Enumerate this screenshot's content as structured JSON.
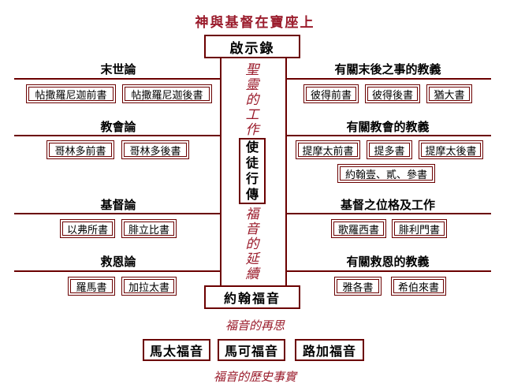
{
  "title": "神與基督在寶座上",
  "revelation": "啟示錄",
  "acts": [
    "使",
    "徒",
    "行",
    "傳"
  ],
  "john": "約翰福音",
  "spirit_work": [
    "聖",
    "靈",
    "的",
    "工",
    "作"
  ],
  "gospel_extend": [
    "福",
    "音",
    "的",
    "延",
    "續"
  ],
  "left": {
    "eschatology": {
      "heading": "末世論",
      "books": [
        "帖撒羅尼迦前書",
        "帖撒羅尼迦後書"
      ]
    },
    "ecclesiology": {
      "heading": "教會論",
      "books": [
        "哥林多前書",
        "哥林多後書"
      ]
    },
    "christology": {
      "heading": "基督論",
      "books": [
        "以弗所書",
        "腓立比書"
      ]
    },
    "soteriology": {
      "heading": "救恩論",
      "books": [
        "羅馬書",
        "加拉太書"
      ]
    }
  },
  "right": {
    "last_things": {
      "heading": "有關末後之事的教義",
      "books": [
        "彼得前書",
        "彼得後書",
        "猶大書"
      ]
    },
    "church": {
      "heading": "有關教會的教義",
      "books": [
        "提摩太前書",
        "提多書",
        "提摩太後書",
        "約翰壹、貳、參書"
      ]
    },
    "christ": {
      "heading": "基督之位格及工作",
      "books": [
        "歌羅西書",
        "腓利門書"
      ]
    },
    "salvation": {
      "heading": "有關救恩的教義",
      "books": [
        "雅各書",
        "希伯來書"
      ]
    }
  },
  "gospel_reflection": "福音的再思",
  "synoptics": [
    "馬太福音",
    "馬可福音",
    "路加福音"
  ],
  "gospel_history": "福音的歷史事實"
}
